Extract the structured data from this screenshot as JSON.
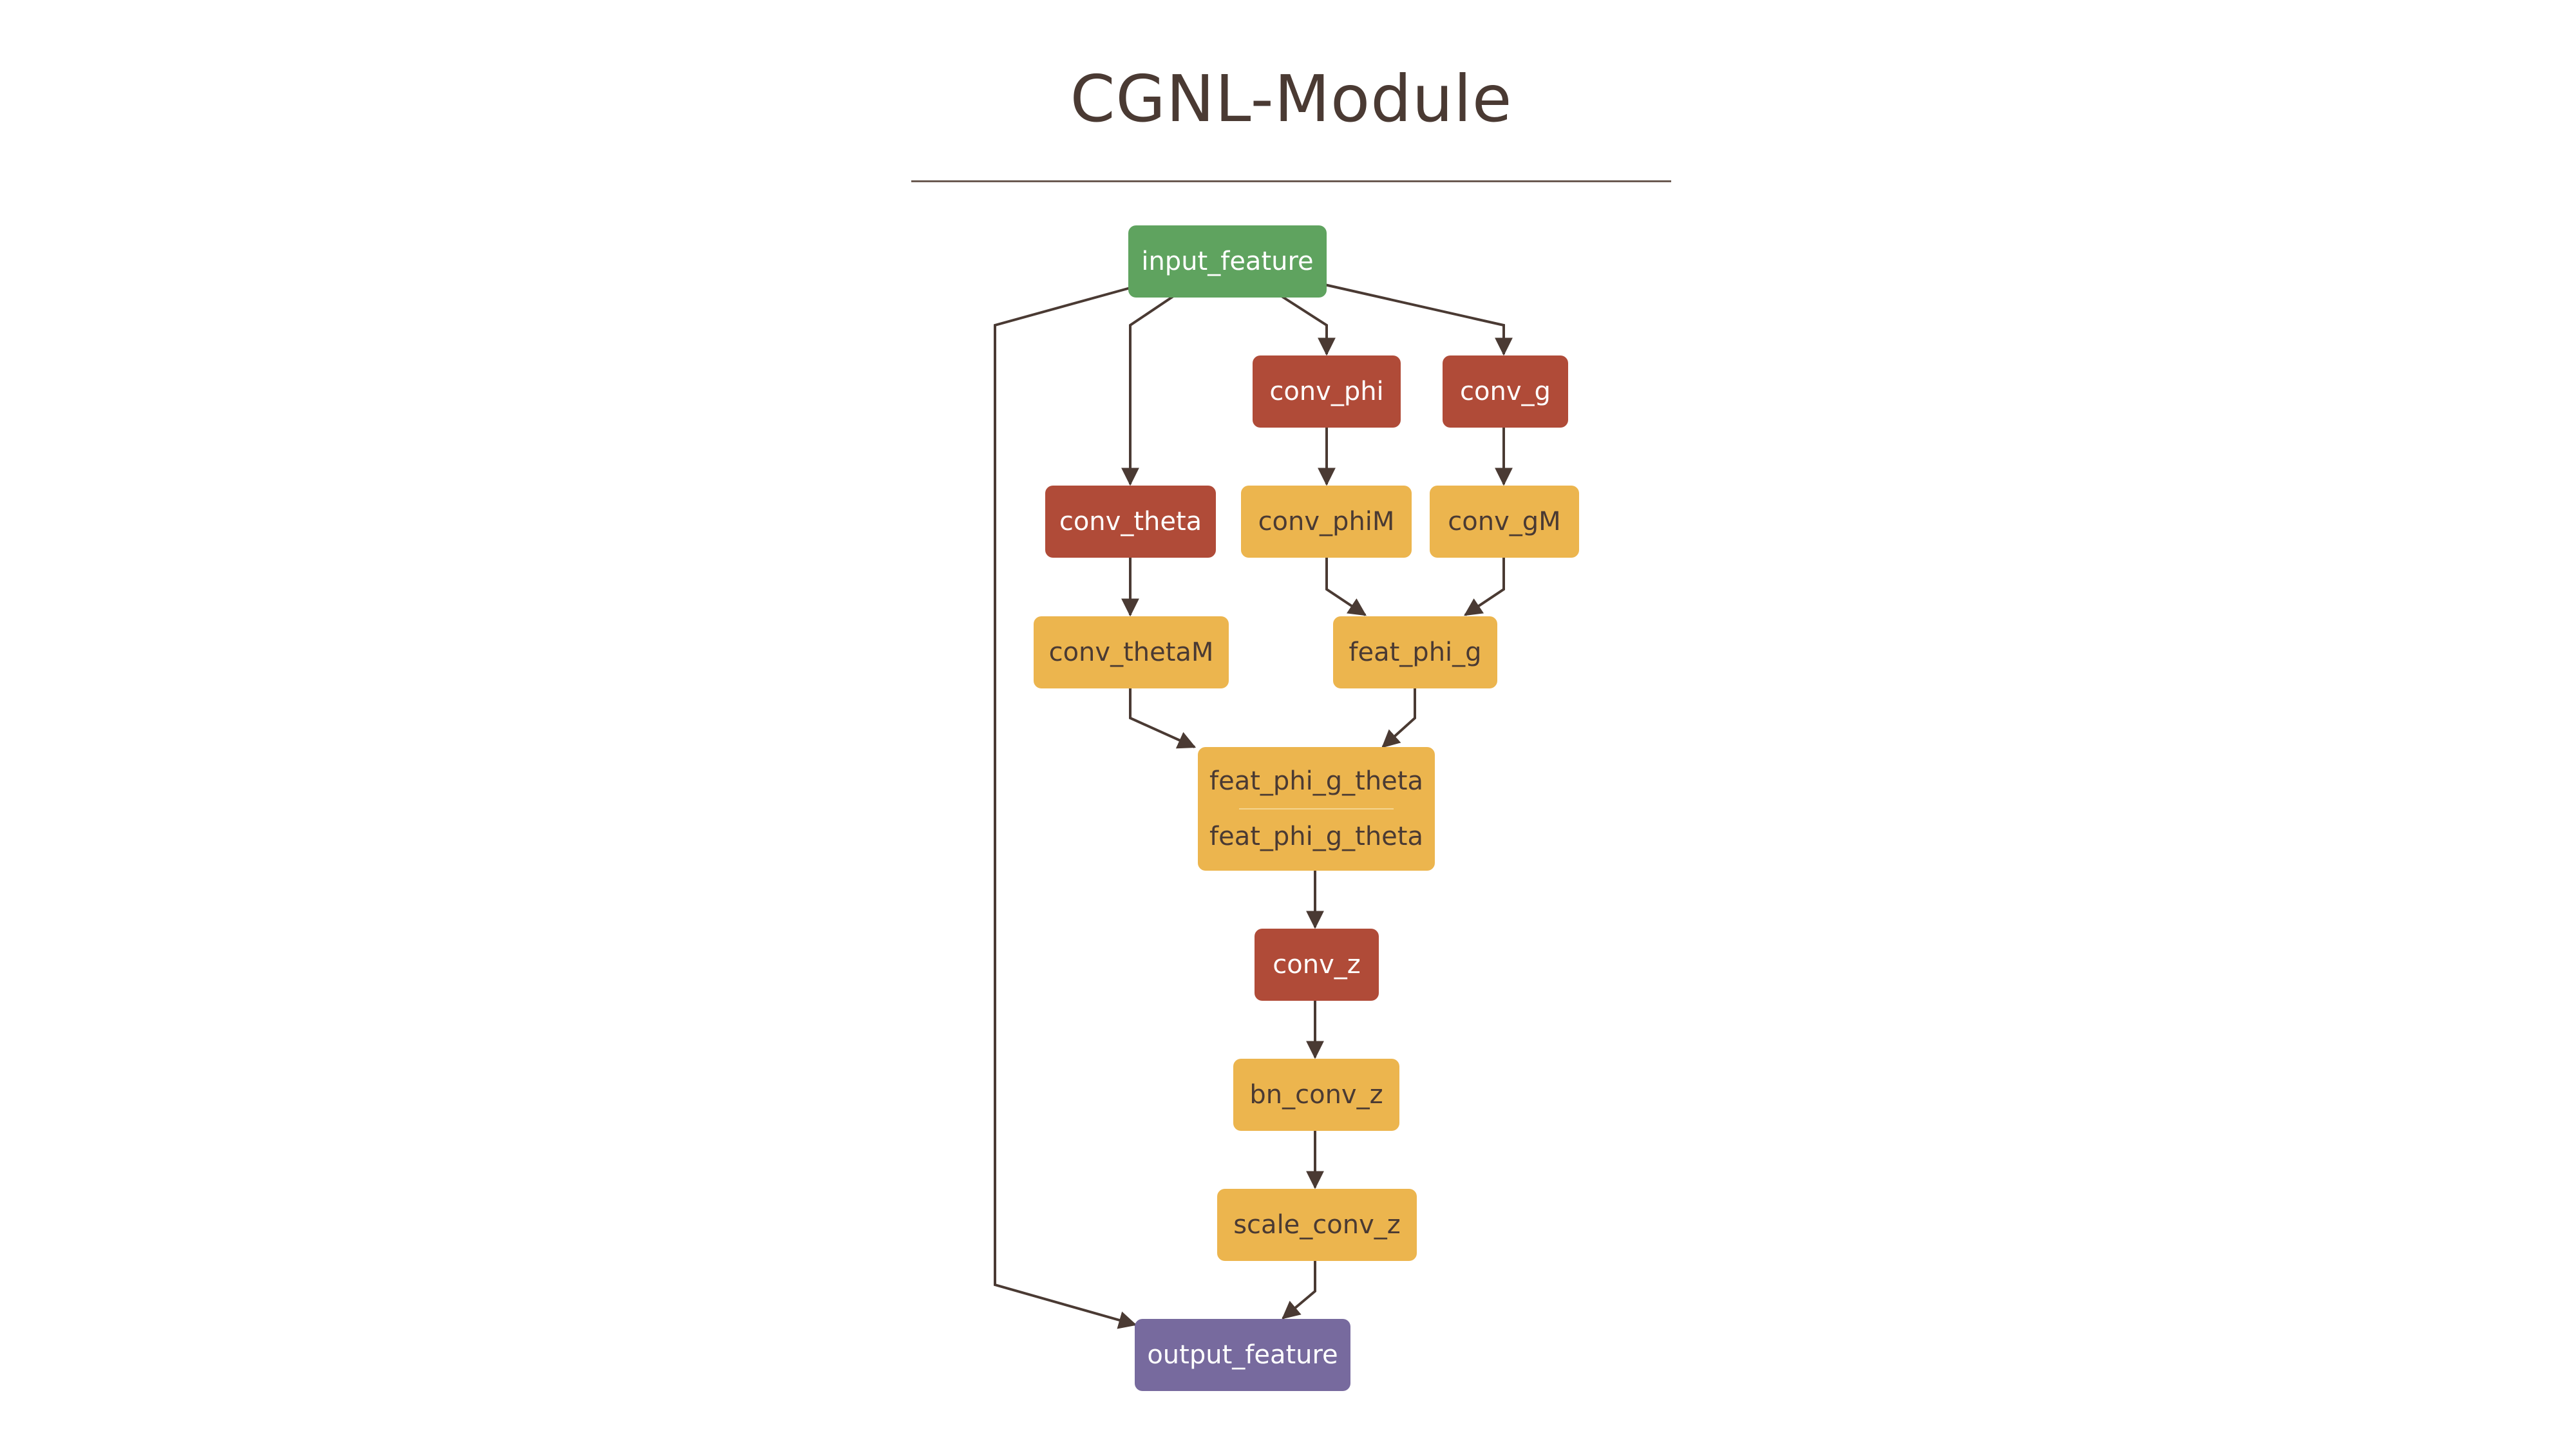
{
  "title": "CGNL-Module",
  "colors": {
    "input": "#5fa35f",
    "conv": "#b04b38",
    "op": "#ecb54e",
    "output": "#776a9e",
    "edge": "#4a3a33"
  },
  "nodes": {
    "input_feature": "input_feature",
    "conv_phi": "conv_phi",
    "conv_g": "conv_g",
    "conv_theta": "conv_theta",
    "conv_phiM": "conv_phiM",
    "conv_gM": "conv_gM",
    "conv_thetaM": "conv_thetaM",
    "feat_phi_g": "feat_phi_g",
    "feat_phi_g_theta_top": "feat_phi_g_theta",
    "feat_phi_g_theta_bottom": "feat_phi_g_theta",
    "conv_z": "conv_z",
    "bn_conv_z": "bn_conv_z",
    "scale_conv_z": "scale_conv_z",
    "output_feature": "output_feature"
  }
}
